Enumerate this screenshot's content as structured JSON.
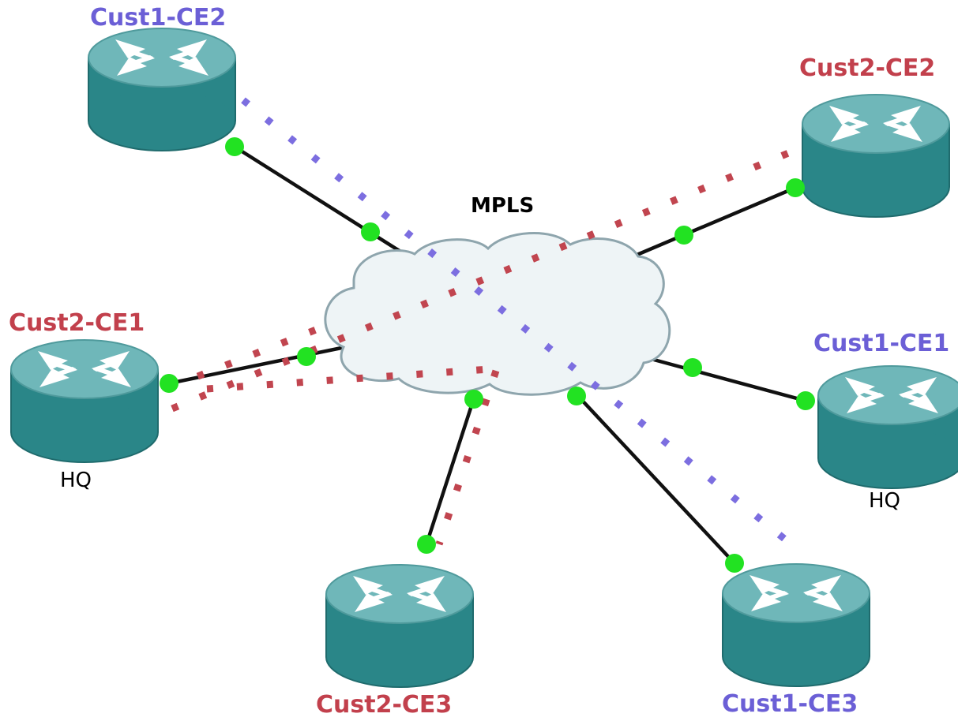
{
  "colors": {
    "cust1": "#6b5fd6",
    "cust2": "#c2404c",
    "router_body": "#2e8a8c",
    "router_top": "#7fc2c3",
    "link": "#111111",
    "port": "#22e222",
    "cloud_fill": "#eef3f5",
    "cloud_stroke": "#8da3ab"
  },
  "cloud": {
    "label": "MPLS",
    "icon": "cloud-icon"
  },
  "routers": [
    {
      "id": "cust1-ce2",
      "name": "Cust1-CE2",
      "customer": "cust1",
      "icon": "router-icon",
      "site_label": ""
    },
    {
      "id": "cust2-ce2",
      "name": "Cust2-CE2",
      "customer": "cust2",
      "icon": "router-icon",
      "site_label": ""
    },
    {
      "id": "cust2-ce1",
      "name": "Cust2-CE1",
      "customer": "cust2",
      "icon": "router-icon",
      "site_label": "HQ"
    },
    {
      "id": "cust1-ce1",
      "name": "Cust1-CE1",
      "customer": "cust1",
      "icon": "router-icon",
      "site_label": "HQ"
    },
    {
      "id": "cust2-ce3",
      "name": "Cust2-CE3",
      "customer": "cust2",
      "icon": "router-icon",
      "site_label": ""
    },
    {
      "id": "cust1-ce3",
      "name": "Cust1-CE3",
      "customer": "cust1",
      "icon": "router-icon",
      "site_label": ""
    }
  ],
  "links": [
    {
      "from": "cust1-ce2",
      "to": "mpls"
    },
    {
      "from": "cust2-ce2",
      "to": "mpls"
    },
    {
      "from": "cust2-ce1",
      "to": "mpls"
    },
    {
      "from": "cust1-ce1",
      "to": "mpls"
    },
    {
      "from": "cust2-ce3",
      "to": "mpls"
    },
    {
      "from": "cust1-ce3",
      "to": "mpls"
    }
  ],
  "vpn_paths": [
    {
      "customer": "cust1",
      "from": "cust1-ce2",
      "to": "cust1-ce3"
    },
    {
      "customer": "cust2",
      "from": "cust2-ce1",
      "to": "cust2-ce2"
    },
    {
      "customer": "cust2",
      "from": "cust2-ce1",
      "to": "cust2-ce3"
    }
  ]
}
